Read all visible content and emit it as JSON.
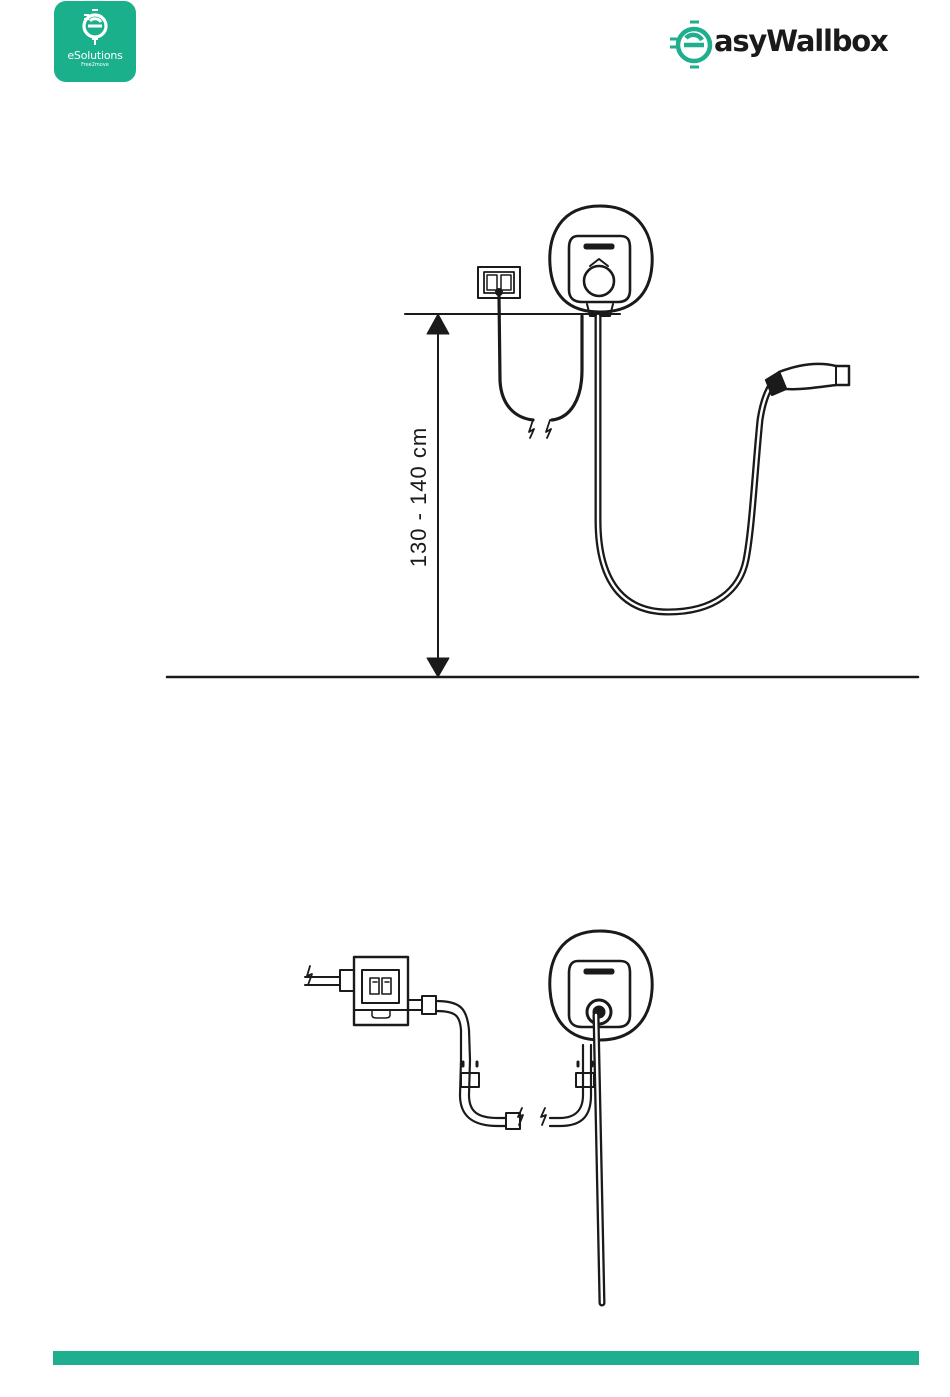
{
  "header": {
    "left_logo": {
      "name": "eSolutions",
      "tagline": "Free2move",
      "color": "#1bb08c",
      "icon": "e-plug-icon"
    },
    "right_logo": {
      "name": "easyWallbox",
      "wordmark": "asyWallbox",
      "accent_color": "#1fae8e",
      "icon": "e-plug-icon"
    }
  },
  "figure_top": {
    "dimension_label": "130 - 140 cm",
    "items": [
      "wall-socket",
      "wallbox-charger",
      "charging-cable",
      "charging-connector",
      "floor-line",
      "dimension-arrow"
    ]
  },
  "figure_bottom": {
    "items": [
      "junction-box",
      "supply-cable",
      "wallbox-charger",
      "charging-cable"
    ]
  },
  "footer": {
    "bar_color": "#1fae8e"
  }
}
